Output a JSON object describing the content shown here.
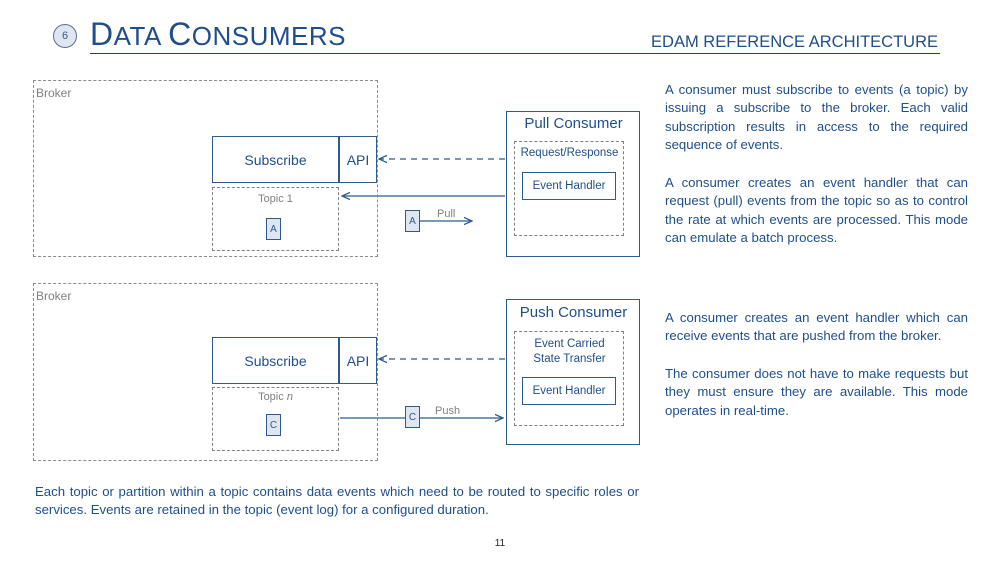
{
  "header": {
    "number": "6",
    "title_cap1": "D",
    "title_rest1": "ATA",
    "title_cap2": "C",
    "title_rest2": "ONSUMERS",
    "subtitle": "EDAM REFERENCE ARCHITECTURE"
  },
  "diagram": {
    "pull": {
      "broker_label": "Broker",
      "subscribe_label": "Subscribe",
      "api_label": "API",
      "topic_label": "Topic 1",
      "event_label": "A",
      "moving_event_label": "A",
      "arrow_label": "Pull",
      "consumer_title": "Pull Consumer",
      "mode_label": "Request/Response",
      "handler_label": "Event Handler"
    },
    "push": {
      "broker_label": "Broker",
      "subscribe_label": "Subscribe",
      "api_label": "API",
      "topic_label_prefix": "Topic ",
      "topic_label_var": "n",
      "event_label": "C",
      "moving_event_label": "C",
      "arrow_label": "Push",
      "consumer_title": "Push Consumer",
      "mode_label_line1": "Event Carried",
      "mode_label_line2": "State Transfer",
      "handler_label": "Event Handler"
    }
  },
  "text": {
    "pull_para1": "A consumer must subscribe to events (a topic) by issuing a subscribe to the broker. Each valid subscription results in access to the required sequence of events.",
    "pull_para2": "A consumer creates an event handler that can request (pull) events from the topic so as to control the rate at which events are processed. This mode can emulate a batch process.",
    "push_para1": "A consumer creates an event handler which can receive events that are pushed from the broker.",
    "push_para2": "The consumer does not have to make requests but they must ensure they are available. This mode operates in real-time.",
    "footer": "Each topic or partition within a topic contains data events which need to be routed to specific roles or services. Events are retained in the topic (event log) for a configured duration."
  },
  "page_number": "11",
  "colors": {
    "primary": "#1f4e8c",
    "border": "#2e5a8c",
    "event_fill": "#dfe6f1",
    "muted": "#808080"
  }
}
